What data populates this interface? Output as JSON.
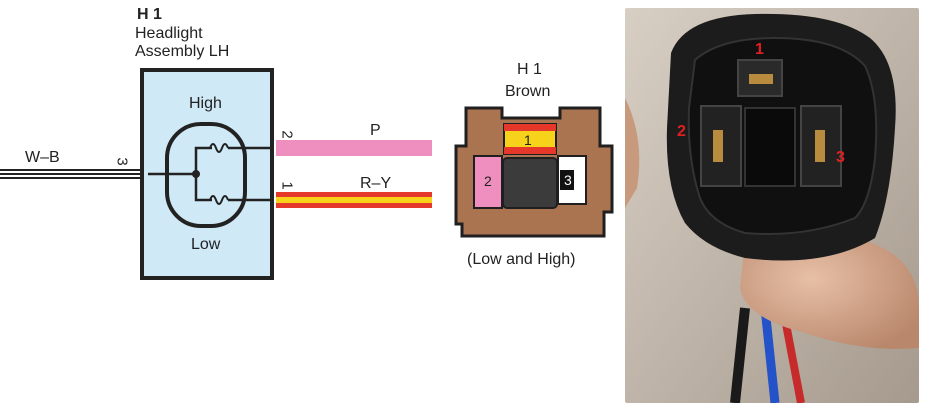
{
  "component": {
    "id": "H 1",
    "name_line1": "Headlight",
    "name_line2": "Assembly LH",
    "high_label": "High",
    "low_label": "Low"
  },
  "wires": [
    {
      "pin": "3",
      "color_code": "W–B"
    },
    {
      "pin": "2",
      "color_code": "P"
    },
    {
      "pin": "1",
      "color_code": "R–Y"
    }
  ],
  "connector": {
    "id": "H 1",
    "color_name": "Brown",
    "caption": "(Low and High)",
    "pins": [
      "1",
      "2",
      "3"
    ]
  },
  "photo": {
    "pin_labels": [
      "1",
      "2",
      "3"
    ]
  },
  "colors": {
    "housing_fill": "#cfe9f7",
    "wire_pink": "#ef8fbf",
    "wire_red": "#e5372a",
    "wire_yellow": "#f6d21a",
    "connector_brown": "#a9744f",
    "photo_label_red": "#e02020"
  }
}
